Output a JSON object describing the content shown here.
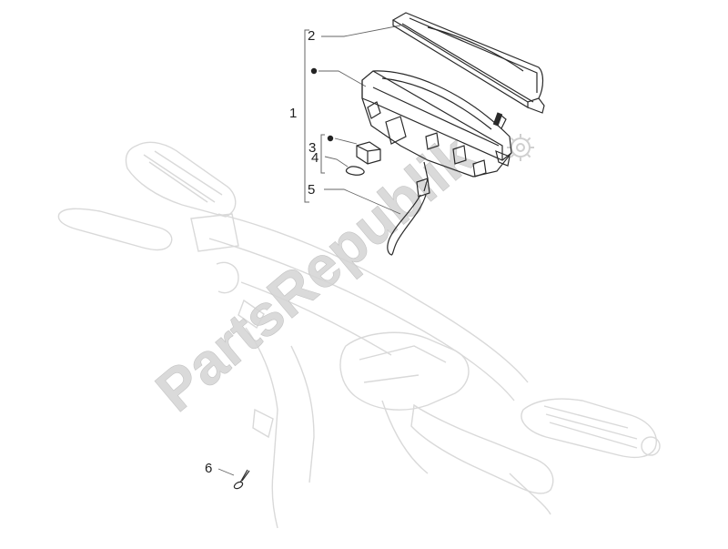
{
  "callouts": {
    "c1": "1",
    "c2": "2",
    "c3": "3",
    "c4": "4",
    "c5": "5",
    "c6": "6"
  },
  "watermark": {
    "text": "PartsRepublik",
    "color": "#d4d4d4"
  },
  "colors": {
    "ghost": "#d9d9d9",
    "ink": "#2a2a2a",
    "leader": "#666666"
  }
}
